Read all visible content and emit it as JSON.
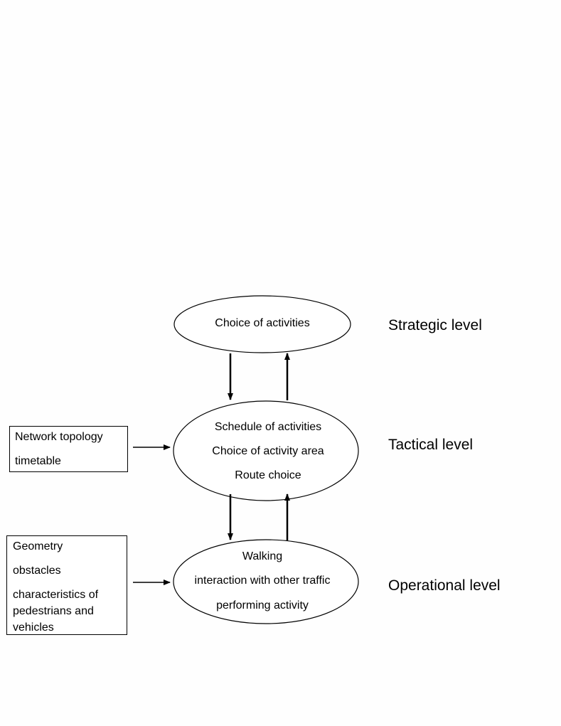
{
  "nodes": {
    "strategic": {
      "lines": [
        "Choice of activities"
      ]
    },
    "tactical": {
      "lines": [
        "Schedule of activities",
        "Choice of activity area",
        "Route choice"
      ]
    },
    "operational": {
      "lines": [
        "Walking",
        "interaction with other traffic",
        "performing activity"
      ]
    }
  },
  "inputs": {
    "tactical": {
      "lines": [
        "Network topology",
        "timetable"
      ]
    },
    "operational": {
      "lines": [
        "Geometry",
        "obstacles",
        "characteristics of",
        "pedestrians and",
        "vehicles"
      ]
    }
  },
  "levels": {
    "strategic": "Strategic level",
    "tactical": "Tactical level",
    "operational": "Operational level"
  }
}
